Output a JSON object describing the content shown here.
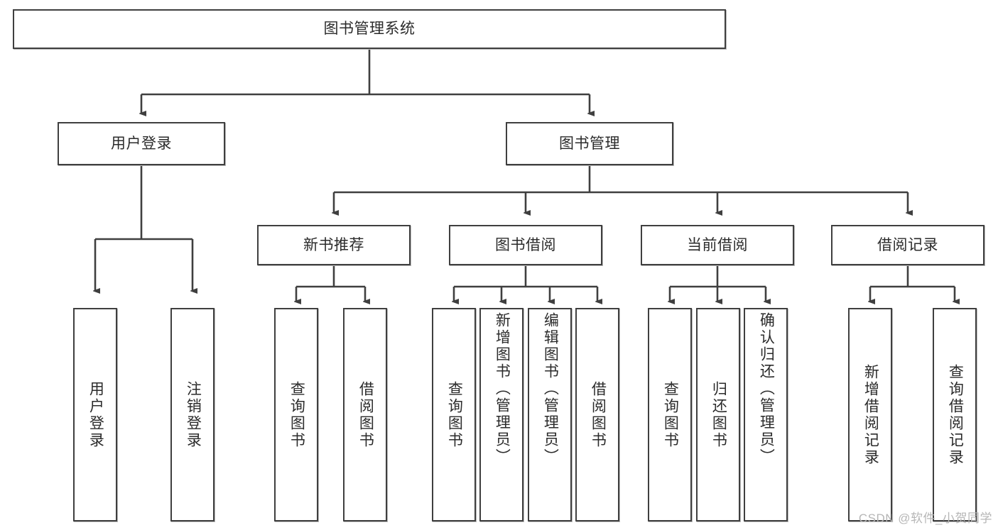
{
  "diagram": {
    "title": "图书管理系统",
    "watermark": "CSDN @软件_小贺同学",
    "colors": {
      "box_border": "#3f3f3f",
      "box_fill": "#ffffff",
      "text": "#2b2b2b",
      "connector": "#3f3f3f",
      "watermark": "#b6b6b6",
      "background": "#ffffff"
    },
    "root": {
      "label": "图书管理系统"
    },
    "level2": [
      {
        "label": "用户登录"
      },
      {
        "label": "图书管理"
      }
    ],
    "level3": [
      {
        "label": "新书推荐"
      },
      {
        "label": "图书借阅"
      },
      {
        "label": "当前借阅"
      },
      {
        "label": "借阅记录"
      }
    ],
    "leaves": {
      "user_login": [
        {
          "label": "用户登录"
        },
        {
          "label": "注销登录"
        }
      ],
      "new_book_recommend": [
        {
          "label": "查询图书"
        },
        {
          "label": "借阅图书"
        }
      ],
      "book_borrow": [
        {
          "label": "查询图书"
        },
        {
          "label": "新增图书（管理员）"
        },
        {
          "label": "编辑图书（管理员）"
        },
        {
          "label": "借阅图书"
        }
      ],
      "current_borrow": [
        {
          "label": "查询图书"
        },
        {
          "label": "归还图书"
        },
        {
          "label": "确认归还（管理员）"
        }
      ],
      "borrow_record": [
        {
          "label": "新增借阅记录"
        },
        {
          "label": "查询借阅记录"
        }
      ]
    }
  }
}
